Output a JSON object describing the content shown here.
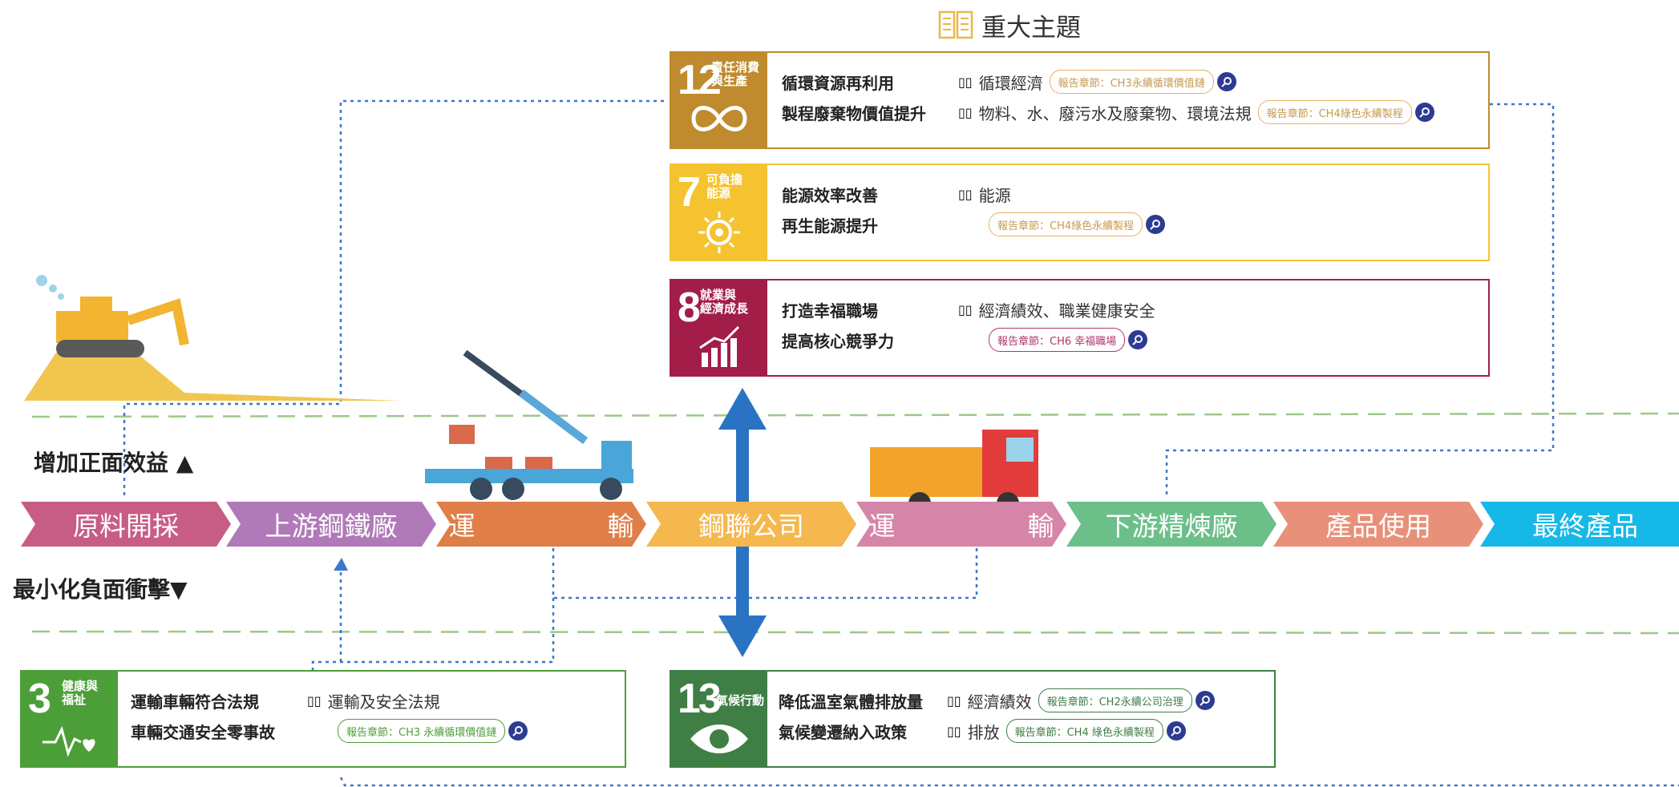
{
  "header": {
    "title": "重大主題"
  },
  "colors": {
    "sdg12": "#bf8b2e",
    "sdg7": "#f5c330",
    "sdg8": "#a21e48",
    "sdg3": "#4c9f38",
    "sdg13": "#3f7e44",
    "arrow": "#2a73c3",
    "dashes": "#3a78c9"
  },
  "sdg_boxes": [
    {
      "goal": "12",
      "goal_label": "責任消費\n與生產",
      "icon": "infinity-icon",
      "actions": [
        "循環資源再利用",
        "製程廢棄物價值提升"
      ],
      "topics": [
        "循環經濟",
        "物料、水、廢污水及廢棄物、環境法規"
      ],
      "chapters": [
        "報告章節：CH3永續循環價值鏈",
        "報告章節：CH4綠色永續製程"
      ]
    },
    {
      "goal": "7",
      "goal_label": "可負擔\n能源",
      "icon": "sun-power-icon",
      "actions": [
        "能源效率改善",
        "再生能源提升"
      ],
      "topics": [
        "能源"
      ],
      "chapters": [
        "報告章節：CH4綠色永續製程"
      ]
    },
    {
      "goal": "8",
      "goal_label": "就業與\n經濟成長",
      "icon": "growth-chart-icon",
      "actions": [
        "打造幸福職場",
        "提高核心競爭力"
      ],
      "topics": [
        "經濟績效、職業健康安全"
      ],
      "chapters": [
        "報告章節：CH6 幸福職場"
      ]
    },
    {
      "goal": "3",
      "goal_label": "健康與\n福祉",
      "icon": "heartbeat-icon",
      "actions": [
        "運輸車輛符合法規",
        "車輛交通安全零事故"
      ],
      "topics": [
        "運輸及安全法規"
      ],
      "chapters": [
        "報告章節：CH3 永續循環價值鏈"
      ]
    },
    {
      "goal": "13",
      "goal_label": "氣候行動",
      "icon": "eye-globe-icon",
      "actions": [
        "降低溫室氣體排放量",
        "氣候變遷納入政策"
      ],
      "topics": [
        "經濟績效",
        "排放"
      ],
      "chapters": [
        "報告章節：CH2永續公司治理",
        "報告章節：CH4 綠色永續製程"
      ]
    }
  ],
  "value_chain": [
    {
      "label": "原料開採",
      "color": "#c75d84"
    },
    {
      "label": "上游鋼鐵廠",
      "color": "#b07ab8"
    },
    {
      "label": "運　　　　　輸",
      "color": "#e07e48"
    },
    {
      "label": "鋼聯公司",
      "color": "#f4b84e"
    },
    {
      "label": "運　　　　　輸",
      "color": "#d585a8"
    },
    {
      "label": "下游精煉廠",
      "color": "#6dbf8a"
    },
    {
      "label": "產品使用",
      "color": "#e8907a"
    },
    {
      "label": "最終產品",
      "color": "#16b8e8"
    }
  ],
  "impact": {
    "positive": "增加正面效益 ▲",
    "negative": "最小化負面衝擊▼"
  }
}
